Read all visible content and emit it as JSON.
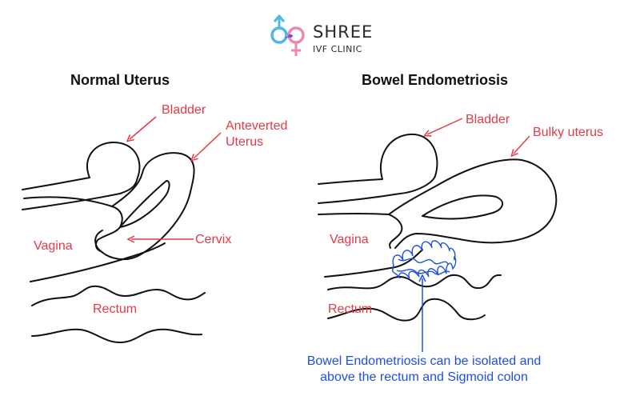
{
  "logo": {
    "name": "SHREE",
    "subtitle": "IVF CLINIC",
    "male_color": "#4fb8e6",
    "female_color": "#e88ab2"
  },
  "panels": {
    "left": {
      "title": "Normal Uterus",
      "labels": {
        "bladder": "Bladder",
        "uterus_line1": "Anteverted",
        "uterus_line2": "Uterus",
        "vagina": "Vagina",
        "cervix": "Cervix",
        "rectum": "Rectum"
      }
    },
    "right": {
      "title": "Bowel Endometriosis",
      "labels": {
        "bladder": "Bladder",
        "uterus": "Bulky uterus",
        "vagina": "Vagina",
        "rectum": "Rectum"
      },
      "caption_line1": "Bowel Endometriosis can be isolated and",
      "caption_line2": "above the rectum and Sigmoid colon"
    }
  },
  "colors": {
    "outline": "#111111",
    "label": "#e23a46",
    "endometriosis": "#1f4fe0"
  }
}
